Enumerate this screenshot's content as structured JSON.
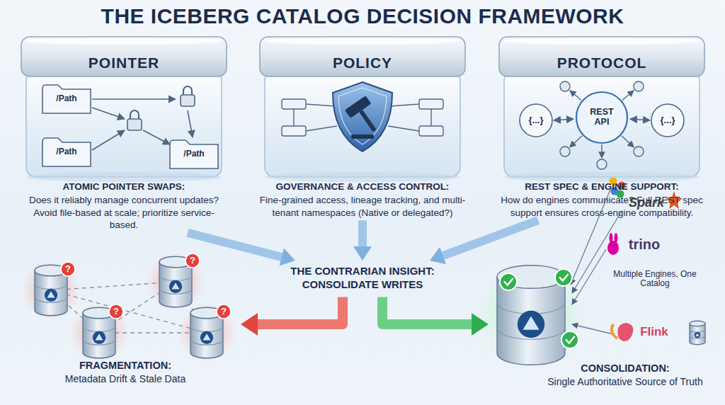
{
  "diagram": {
    "title": "THE ICEBERG CATALOG DECISION FRAMEWORK",
    "nodes": [
      {
        "text": [
          "POINTER",
          "ATOMIC POINTER SWAPS:",
          "Does it reliably manage concurrent updates? Avoid file-based at scale; prioritize service-based."
        ]
      },
      {
        "text": [
          "POLICY",
          "GOVERNANCE & ACCESS CONTROL:",
          "Fine-grained access, lineage tracking, and multi-tenant namespaces (Native or delegated?)"
        ]
      },
      {
        "text": [
          "PROTOCOL",
          "REST SPEC & ENGINE SUPPORT:",
          "How do engines communicate? Full REST spec support ensures cross-engine compatibility."
        ]
      },
      {
        "text": [
          "THE CONTRARIAN INSIGHT: CONSOLIDATE WRITES"
        ]
      },
      {
        "text": [
          "FRAGMENTATION:",
          "Metadata Drift & Stale Data"
        ]
      },
      {
        "text": [
          "CONSOLIDATION:",
          "Single Authoritative Source of Truth"
        ]
      }
    ],
    "edges": [
      {
        "from": 0,
        "to": 3,
        "arrow": "to"
      },
      {
        "from": 1,
        "to": 3,
        "arrow": "to"
      },
      {
        "from": 2,
        "to": 3,
        "arrow": "to"
      },
      {
        "from": 3,
        "to": 4,
        "arrow": "to"
      },
      {
        "from": 3,
        "to": 5,
        "arrow": "to"
      }
    ],
    "labels": [
      "/Path",
      "/Path",
      "/Path",
      "?",
      "?",
      "?",
      "?",
      "REST API",
      "{...}",
      "{...}",
      "Spark",
      "trino",
      "Multiple Engines, One Catalog",
      "Flink"
    ]
  }
}
